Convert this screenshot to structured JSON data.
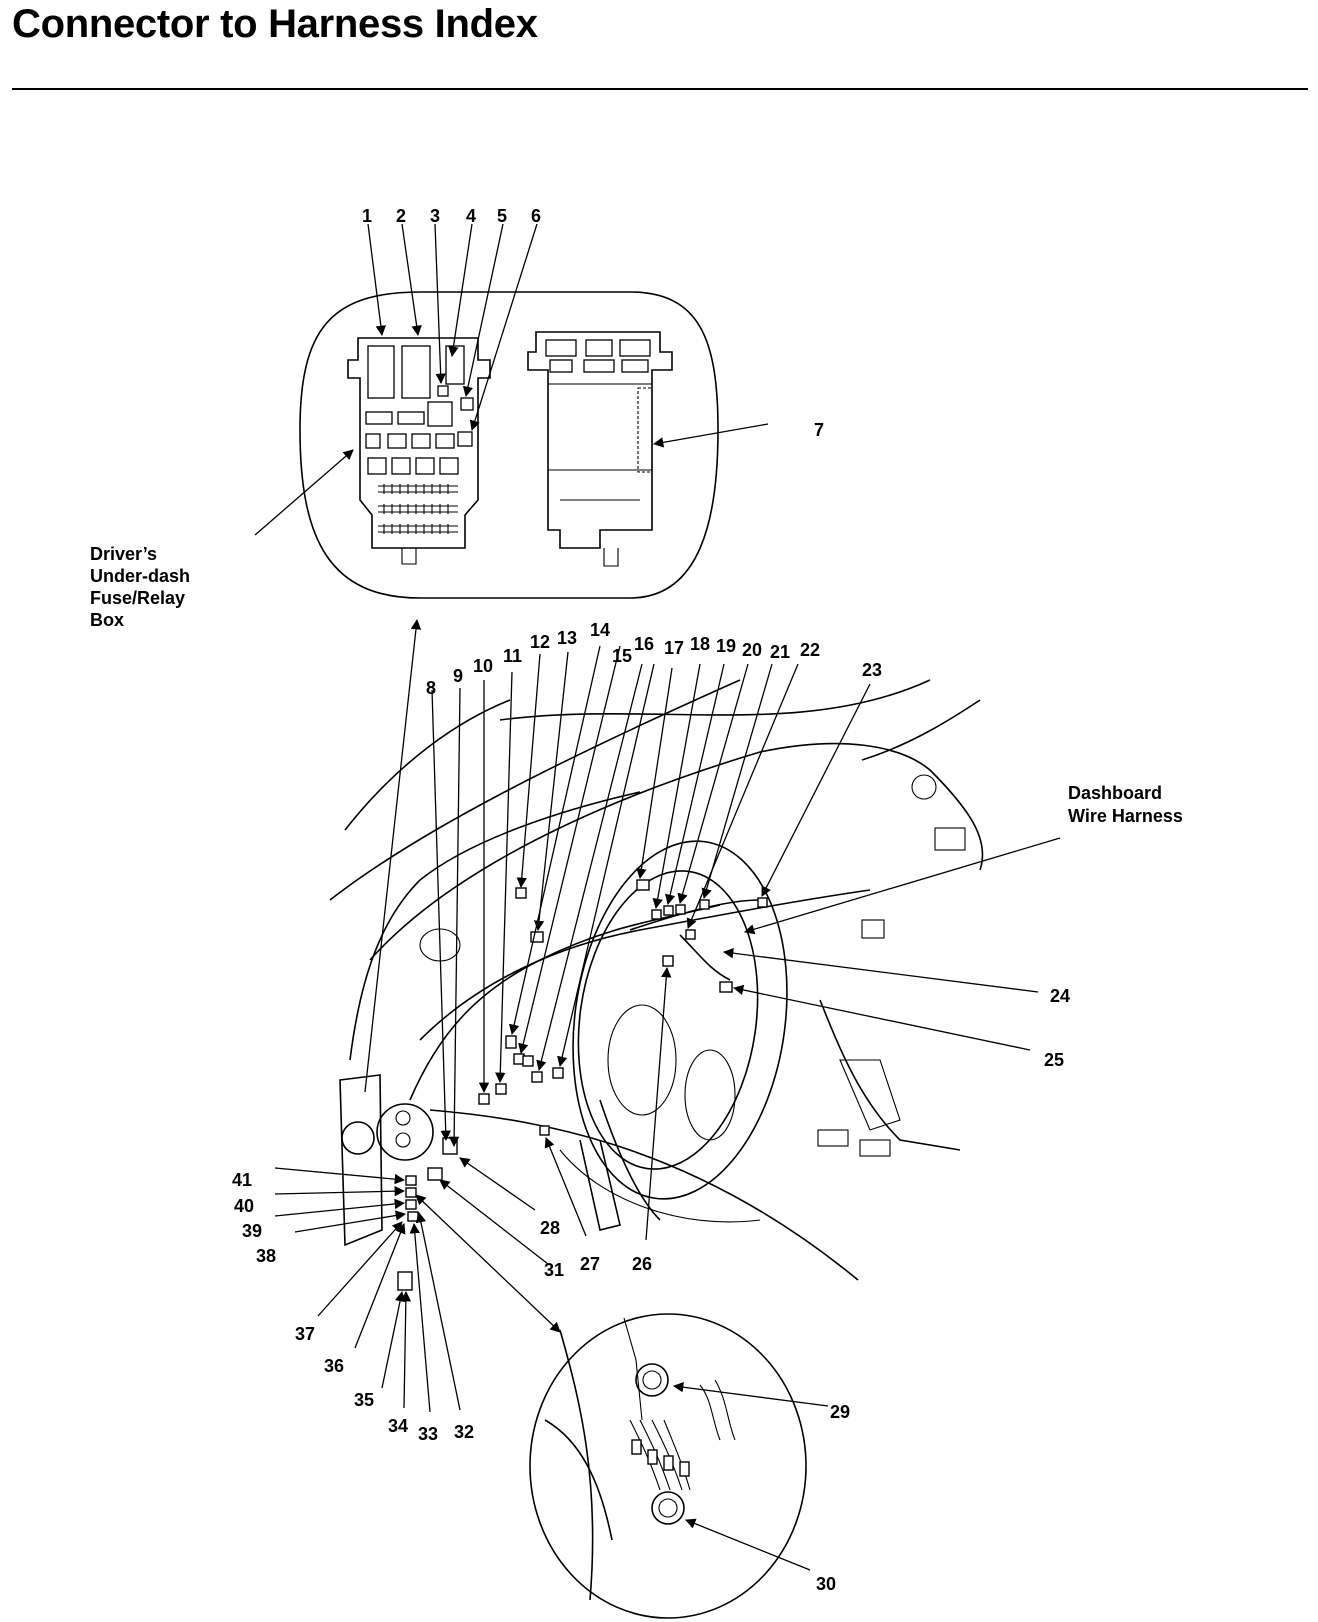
{
  "page": {
    "title": "Connector to Harness Index"
  },
  "labels": {
    "fuse_box": [
      "Driver’s",
      "Under-dash",
      "Fuse/Relay",
      "Box"
    ],
    "dashboard_harness": [
      "Dashboard",
      "Wire Harness"
    ]
  },
  "callouts": [
    "1",
    "2",
    "3",
    "4",
    "5",
    "6",
    "7",
    "8",
    "9",
    "10",
    "11",
    "12",
    "13",
    "14",
    "15",
    "16",
    "17",
    "18",
    "19",
    "20",
    "21",
    "22",
    "23",
    "24",
    "25",
    "26",
    "27",
    "28",
    "29",
    "30",
    "31",
    "32",
    "33",
    "34",
    "35",
    "36",
    "37",
    "38",
    "39",
    "40",
    "41"
  ]
}
